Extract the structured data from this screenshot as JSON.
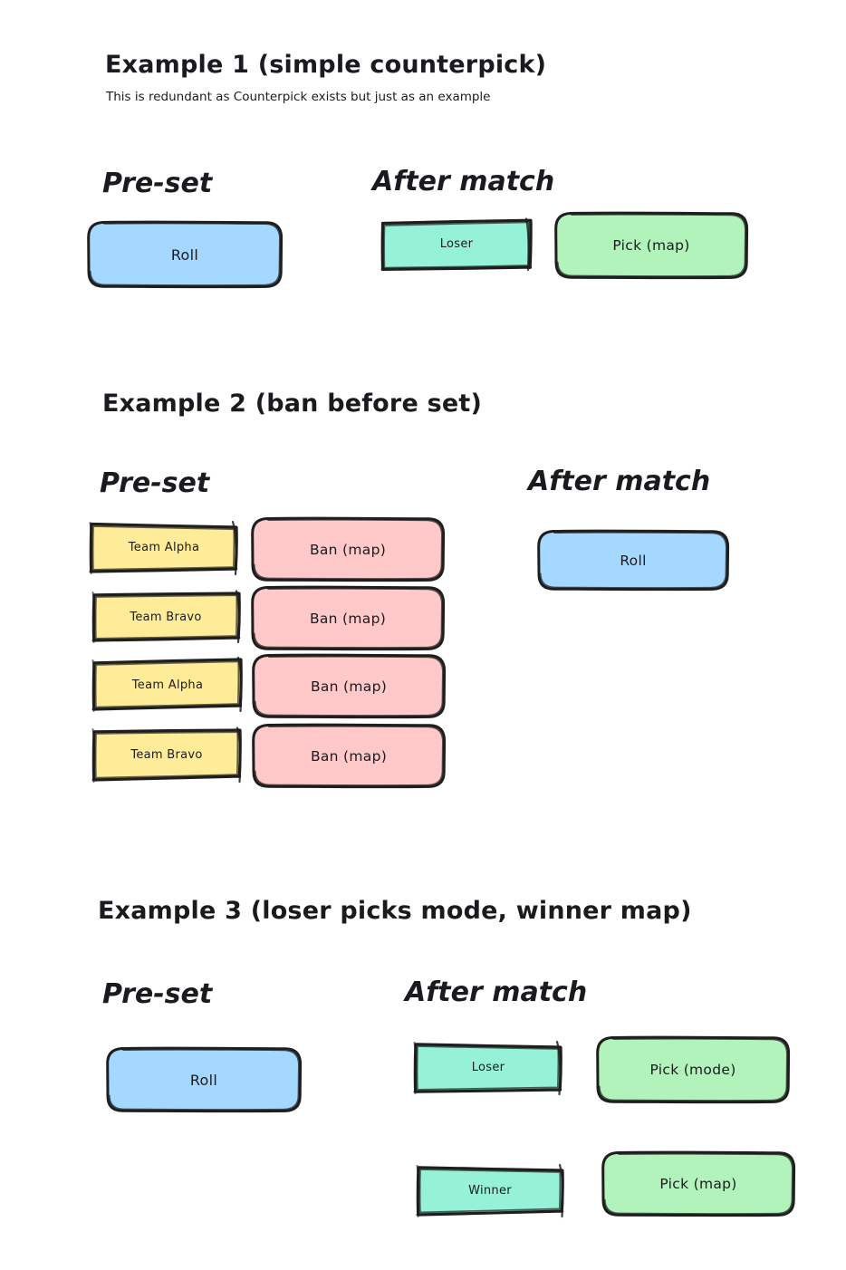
{
  "palette": {
    "blue_fill": "#a5d8ff",
    "green_fill": "#b2f2bb",
    "teal_fill": "#96f2d7",
    "yellow_fill": "#ffec99",
    "pink_fill": "#ffc9c9",
    "stroke": "#1e1e1e",
    "text": "#1b1b1f",
    "background": "#ffffff"
  },
  "examples": [
    {
      "title": "Example 1 (simple counterpick)",
      "subtitle": "This is redundant as Counterpick exists but just as an example",
      "columns": [
        {
          "heading": "Pre-set"
        },
        {
          "heading": "After match"
        }
      ],
      "preset_nodes": [
        {
          "label": "Roll",
          "color": "blue",
          "shape": "rounded"
        }
      ],
      "after_match_rows": [
        {
          "condition": {
            "label": "Loser",
            "color": "teal",
            "shape": "sharp"
          },
          "action": {
            "label": "Pick (map)",
            "color": "green",
            "shape": "rounded"
          }
        }
      ]
    },
    {
      "title": "Example 2 (ban before set)",
      "subtitle": "",
      "columns": [
        {
          "heading": "Pre-set"
        },
        {
          "heading": "After match"
        }
      ],
      "preset_rows": [
        {
          "team": {
            "label": "Team Alpha",
            "color": "yellow",
            "shape": "sharp"
          },
          "action": {
            "label": "Ban (map)",
            "color": "pink",
            "shape": "rounded"
          }
        },
        {
          "team": {
            "label": "Team Bravo",
            "color": "yellow",
            "shape": "sharp"
          },
          "action": {
            "label": "Ban (map)",
            "color": "pink",
            "shape": "rounded"
          }
        },
        {
          "team": {
            "label": "Team Alpha",
            "color": "yellow",
            "shape": "sharp"
          },
          "action": {
            "label": "Ban (map)",
            "color": "pink",
            "shape": "rounded"
          }
        },
        {
          "team": {
            "label": "Team Bravo",
            "color": "yellow",
            "shape": "sharp"
          },
          "action": {
            "label": "Ban (map)",
            "color": "pink",
            "shape": "rounded"
          }
        }
      ],
      "after_match_nodes": [
        {
          "label": "Roll",
          "color": "blue",
          "shape": "rounded"
        }
      ]
    },
    {
      "title": "Example 3 (loser picks mode, winner map)",
      "subtitle": "",
      "columns": [
        {
          "heading": "Pre-set"
        },
        {
          "heading": "After match"
        }
      ],
      "preset_nodes": [
        {
          "label": "Roll",
          "color": "blue",
          "shape": "rounded"
        }
      ],
      "after_match_rows": [
        {
          "condition": {
            "label": "Loser",
            "color": "teal",
            "shape": "sharp"
          },
          "action": {
            "label": "Pick (mode)",
            "color": "green",
            "shape": "rounded"
          }
        },
        {
          "condition": {
            "label": "Winner",
            "color": "teal",
            "shape": "sharp"
          },
          "action": {
            "label": "Pick (map)",
            "color": "green",
            "shape": "rounded"
          }
        }
      ]
    }
  ]
}
